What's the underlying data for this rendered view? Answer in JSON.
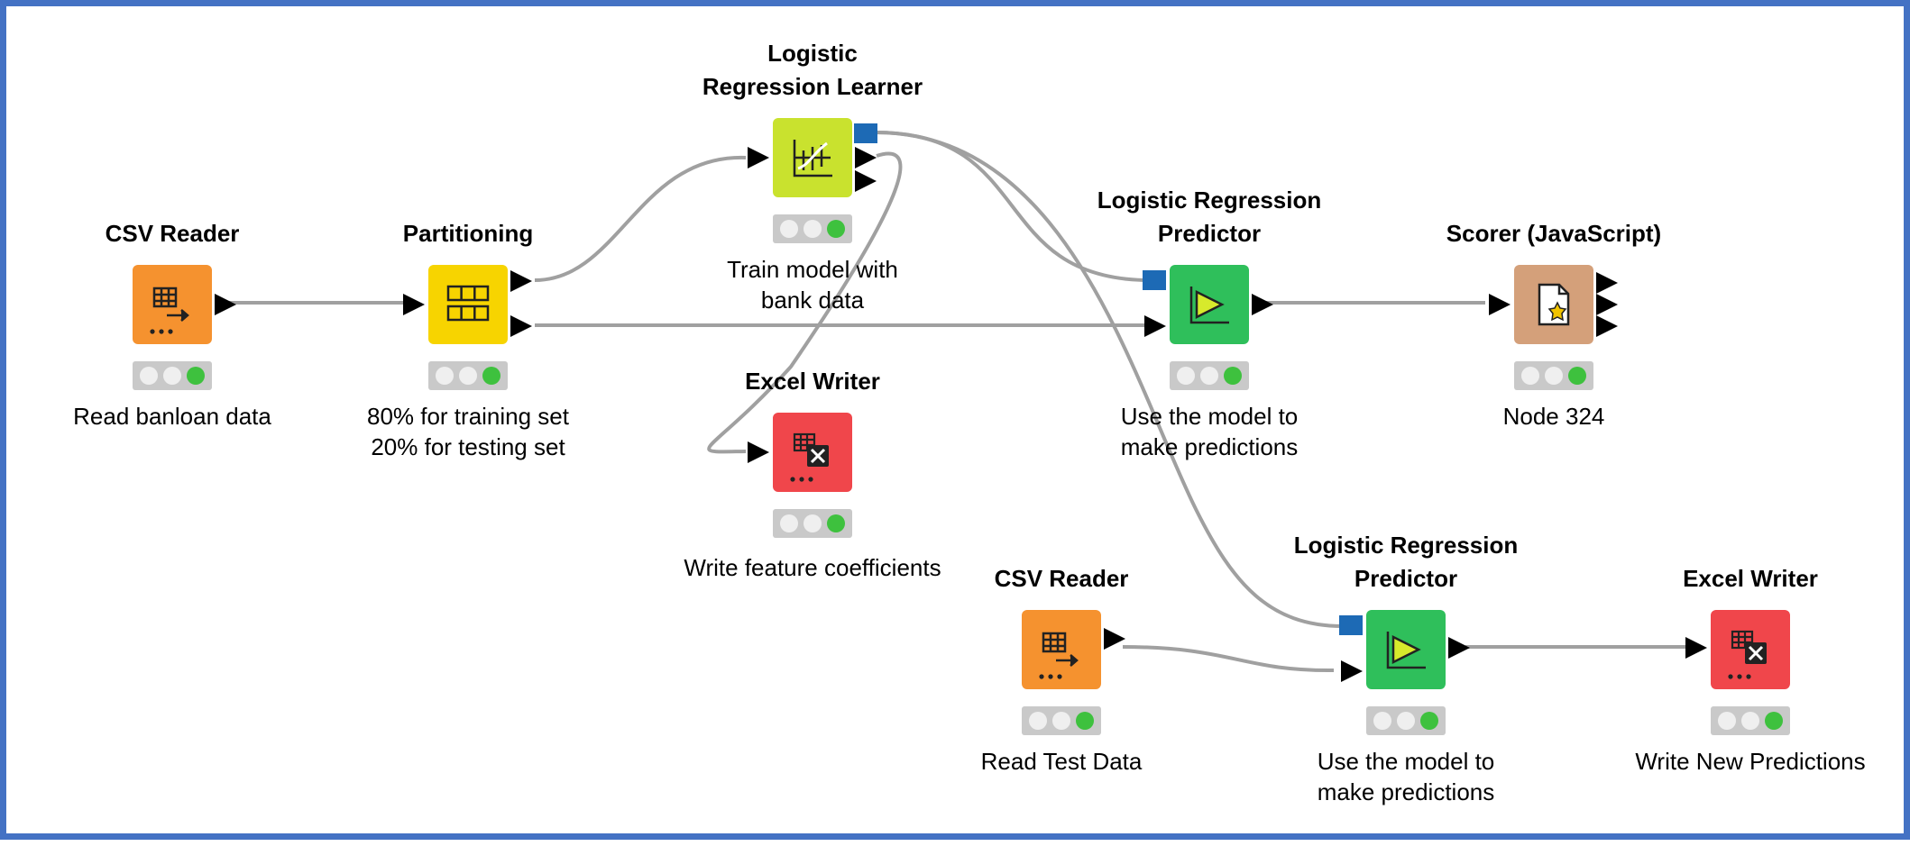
{
  "colors": {
    "frame": "#4472c4",
    "csv_reader": "#f5922f",
    "partitioning": "#f7d400",
    "learner": "#c9e22e",
    "predictor": "#2fbf5b",
    "scorer": "#d4a07a",
    "excel_writer": "#f0464b",
    "model_port": "#1d6ab5",
    "connection": "#a0a0a0"
  },
  "nodes": {
    "csv_reader_1": {
      "title": "CSV Reader",
      "desc": "Read  banloan  data",
      "icon": "csv-reader-icon"
    },
    "partitioning": {
      "title": "Partitioning",
      "desc": "80% for training set\n20% for testing set",
      "icon": "partitioning-icon"
    },
    "learner": {
      "title": "Logistic\nRegression Learner",
      "desc": "Train model with\nbank data",
      "icon": "logistic-regression-learner-icon"
    },
    "excel_writer_1": {
      "title": "Excel Writer",
      "desc": "Write feature coefficients",
      "icon": "excel-writer-icon"
    },
    "predictor_1": {
      "title": "Logistic Regression\nPredictor",
      "desc": "Use the model to\nmake predictions",
      "icon": "logistic-regression-predictor-icon"
    },
    "scorer": {
      "title": "Scorer (JavaScript)",
      "desc": "Node 324",
      "icon": "scorer-icon"
    },
    "csv_reader_2": {
      "title": "CSV Reader",
      "desc": "Read Test Data",
      "icon": "csv-reader-icon"
    },
    "predictor_2": {
      "title": "Logistic Regression\nPredictor",
      "desc": "Use the model to\nmake predictions",
      "icon": "logistic-regression-predictor-icon"
    },
    "excel_writer_2": {
      "title": "Excel Writer",
      "desc": "Write New Predictions",
      "icon": "excel-writer-icon"
    }
  }
}
